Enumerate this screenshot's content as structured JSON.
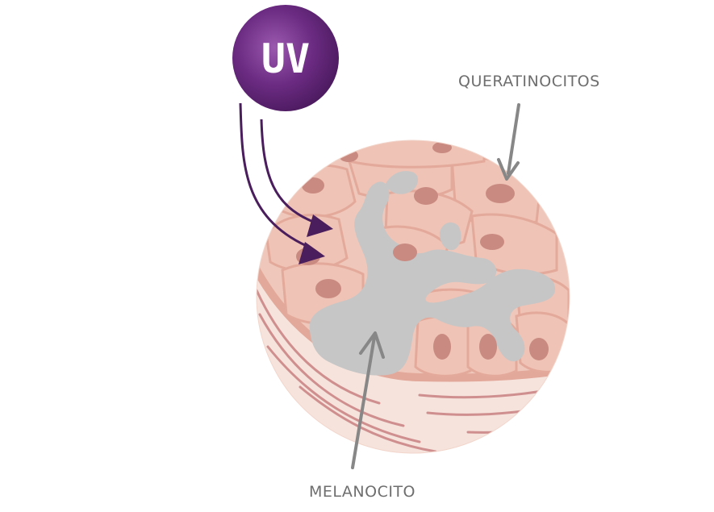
{
  "uv_badge": {
    "label": "UV"
  },
  "labels": {
    "keratinocytes": "QUERATINOCITOS",
    "melanocyte": "MELANOCITO"
  },
  "colors": {
    "uv_purple": "#5a2270",
    "uv_purple_light": "#8a4a9c",
    "arrow_purple": "#4a1d5c",
    "pointer_gray": "#878787",
    "label_gray": "#6e6e6e",
    "cell_fill": "#efc8bb",
    "cell_border": "#e3a99a",
    "nucleus": "#c98a82",
    "melanocyte_gray": "#c6c6c6",
    "dermis_fill": "#f6e3dc",
    "dermis_line": "#cf8f8f"
  }
}
